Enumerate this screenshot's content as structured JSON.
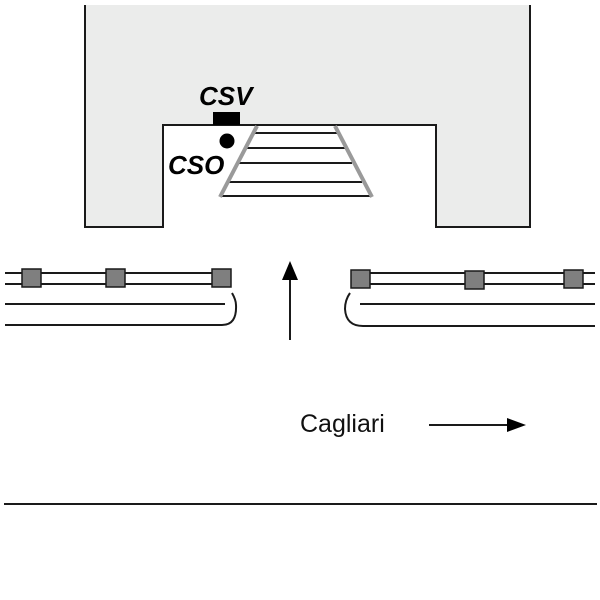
{
  "diagram": {
    "title": "",
    "colors": {
      "building_fill": "#ebeceb",
      "stroke": "#1a1a1a",
      "stair_rail": "#9a9a9a",
      "track_box": "#7f7f7f",
      "marker": "#000000"
    },
    "labels": {
      "csv": "CSV",
      "cso": "CSO",
      "direction": "Cagliari"
    },
    "elements": {
      "building": "building-outline",
      "staircase_steps": 5,
      "left_track_boxes": 3,
      "right_track_boxes": 3,
      "entrance_arrow": "arrow-up",
      "direction_arrow": "arrow-right"
    }
  }
}
